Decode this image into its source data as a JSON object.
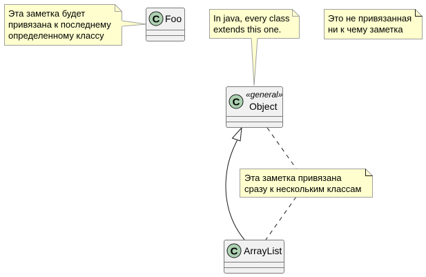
{
  "diagram": {
    "type": "uml-class",
    "colors": {
      "note_fill": "#FEFECE",
      "note_stroke": "#A0A0A0",
      "class_fill": "#F1F1F1",
      "class_stroke": "#7A7A7A",
      "class_icon_fill": "#ADD1B2",
      "line": "#181818"
    },
    "classes": {
      "foo": {
        "name": "Foo",
        "icon": "C"
      },
      "object": {
        "name": "Object",
        "stereotype": "«general»",
        "icon": "C"
      },
      "arraylist": {
        "name": "ArrayList",
        "icon": "C"
      }
    },
    "notes": {
      "foo_note": {
        "lines": [
          "Эта заметка будет",
          "привязана к последнему",
          "определенному классу"
        ]
      },
      "object_note": {
        "lines": [
          "In java, every class",
          "extends this one."
        ]
      },
      "floating_note": {
        "lines": [
          "Это не привязанная",
          "ни к чему заметка"
        ]
      },
      "multi_note": {
        "lines": [
          "Эта заметка привязана",
          "сразу к нескольким классам"
        ]
      }
    },
    "relations": [
      {
        "from": "ArrayList",
        "to": "Object",
        "kind": "extends"
      },
      {
        "from": "multi_note",
        "to": "Object",
        "kind": "note-link"
      },
      {
        "from": "multi_note",
        "to": "ArrayList",
        "kind": "note-link"
      }
    ]
  }
}
